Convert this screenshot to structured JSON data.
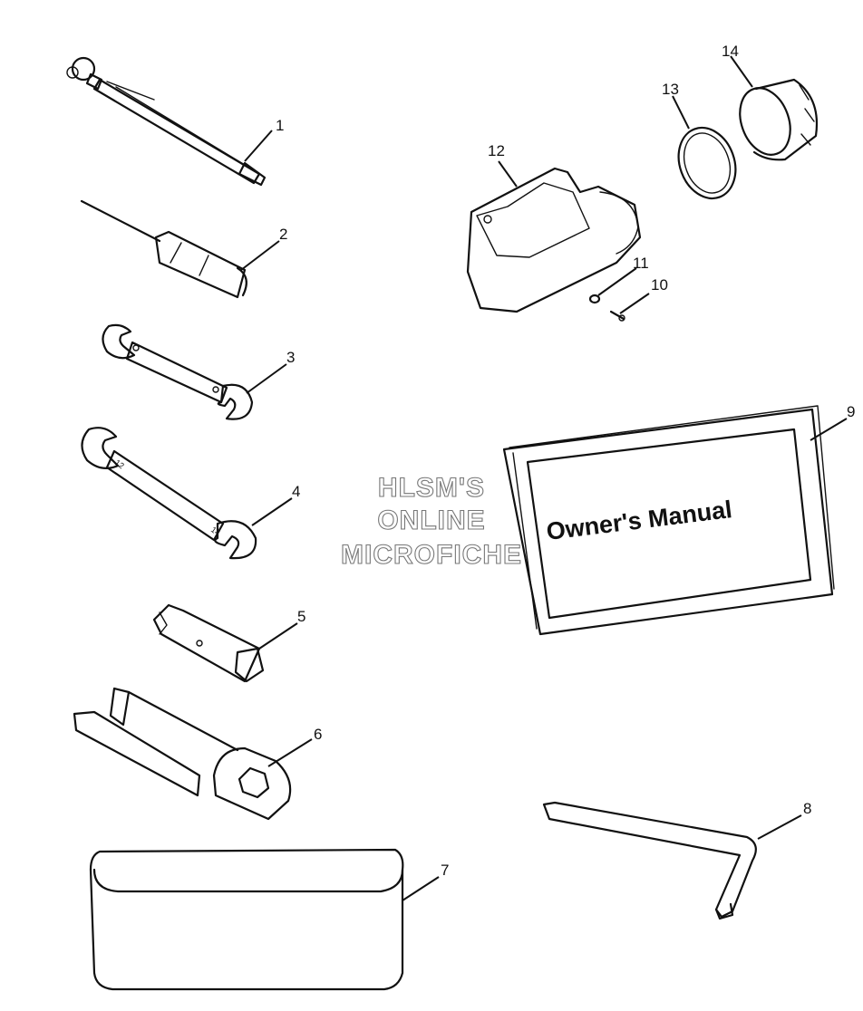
{
  "watermark": {
    "line1": "HLSM'S",
    "line2": "ONLINE",
    "line3": "MICROFICHE"
  },
  "manual_cover_text": "Owner's Manual",
  "wrench_markings": {
    "wrench4_small_end": "12",
    "wrench4_large_end": "14"
  },
  "callouts": [
    {
      "id": "1",
      "label": "1",
      "part": "tire-pressure-gauge"
    },
    {
      "id": "2",
      "label": "2",
      "part": "screwdriver"
    },
    {
      "id": "3",
      "label": "3",
      "part": "open-end-wrench-small"
    },
    {
      "id": "4",
      "label": "4",
      "part": "open-end-wrench-12-14"
    },
    {
      "id": "5",
      "label": "5",
      "part": "spark-plug-socket-wrench"
    },
    {
      "id": "6",
      "label": "6",
      "part": "spanner-wrench"
    },
    {
      "id": "7",
      "label": "7",
      "part": "tool-pouch"
    },
    {
      "id": "8",
      "label": "8",
      "part": "hex-key-wrench"
    },
    {
      "id": "9",
      "label": "9",
      "part": "owners-manual"
    },
    {
      "id": "10",
      "label": "10",
      "part": "screw"
    },
    {
      "id": "11",
      "label": "11",
      "part": "washer"
    },
    {
      "id": "12",
      "label": "12",
      "part": "tool-holder"
    },
    {
      "id": "13",
      "label": "13",
      "part": "o-ring"
    },
    {
      "id": "14",
      "label": "14",
      "part": "cap"
    }
  ]
}
